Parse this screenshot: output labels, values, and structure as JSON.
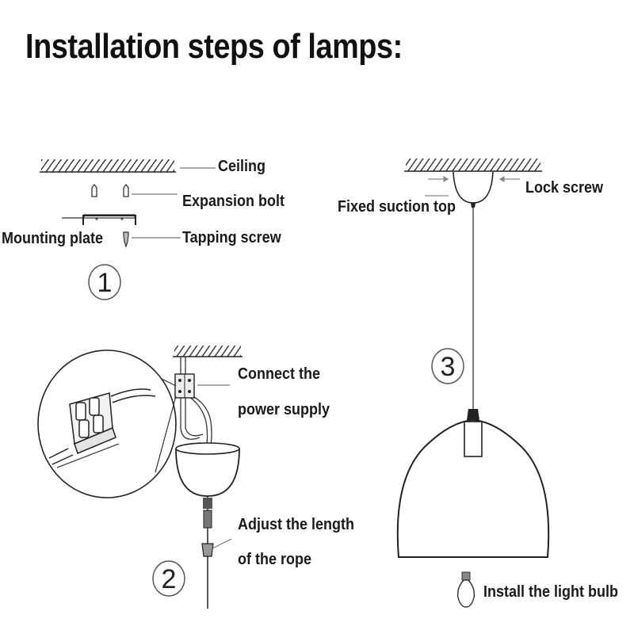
{
  "title": "Installation steps of lamps:",
  "step1": {
    "number": "1",
    "labels": {
      "ceiling": "Ceiling",
      "expansion_bolt": "Expansion bolt",
      "mounting_plate": "Mounting plate",
      "tapping_screw": "Tapping screw"
    }
  },
  "step2": {
    "number": "2",
    "labels": {
      "connect_line1": "Connect the",
      "connect_line2": "power supply",
      "adjust_line1": "Adjust the length",
      "adjust_line2": "of the rope"
    }
  },
  "step3": {
    "number": "3",
    "labels": {
      "lock_screw": "Lock screw",
      "fixed_suction_top": "Fixed suction top",
      "install_bulb": "Install the light bulb"
    }
  }
}
